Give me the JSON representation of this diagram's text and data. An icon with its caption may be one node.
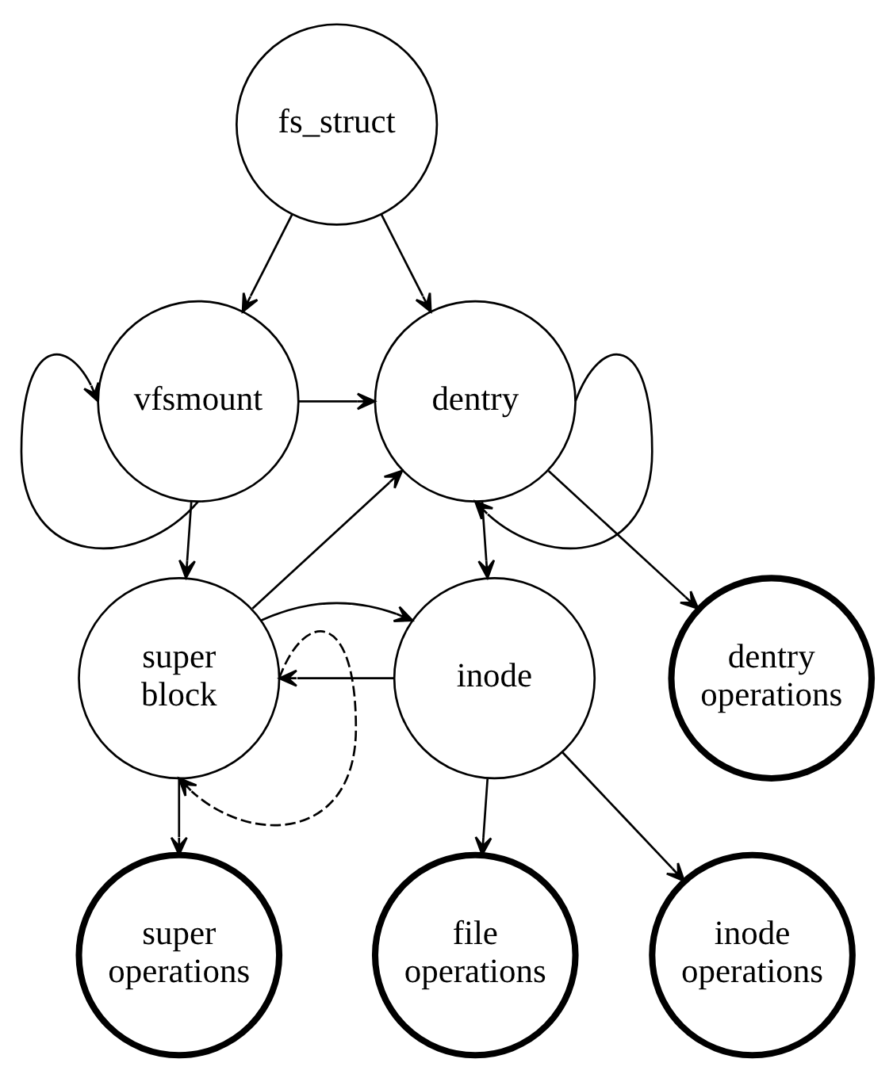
{
  "diagram": {
    "nodes": [
      {
        "text": [
          "dentry operations"
        ]
      },
      {
        "text": [
          "fs_struct"
        ]
      },
      {
        "text": [
          "vfsmount"
        ]
      },
      {
        "text": [
          "dentry"
        ]
      },
      {
        "text": [
          "inode"
        ]
      },
      {
        "text": [
          "super block"
        ]
      },
      {
        "text": [
          "file operations"
        ]
      },
      {
        "text": [
          "inode operations"
        ]
      },
      {
        "text": [
          "super operations"
        ]
      }
    ],
    "edges": [
      {
        "from": 1,
        "to": 2,
        "arrow": "to"
      },
      {
        "from": 1,
        "to": 3,
        "arrow": "to"
      },
      {
        "from": 2,
        "to": 3,
        "arrow": "to"
      },
      {
        "from": 2,
        "to": 2,
        "arrow": "to"
      },
      {
        "from": 2,
        "to": 5,
        "arrow": "to"
      },
      {
        "from": 3,
        "to": 0,
        "arrow": "to"
      },
      {
        "from": 3,
        "to": 3,
        "arrow": "to"
      },
      {
        "from": 3,
        "to": 4,
        "arrow": "to"
      },
      {
        "from": 5,
        "to": 3,
        "arrow": "to"
      },
      {
        "from": 4,
        "to": 5,
        "arrow": "to"
      },
      {
        "from": 5,
        "to": 4,
        "arrow": "to"
      },
      {
        "from": 5,
        "to": 5,
        "arrow": "to",
        "style": "dashed"
      },
      {
        "from": 4,
        "to": 6,
        "arrow": "to"
      },
      {
        "from": 4,
        "to": 7,
        "arrow": "to"
      },
      {
        "from": 5,
        "to": 8,
        "arrow": "to"
      }
    ]
  }
}
